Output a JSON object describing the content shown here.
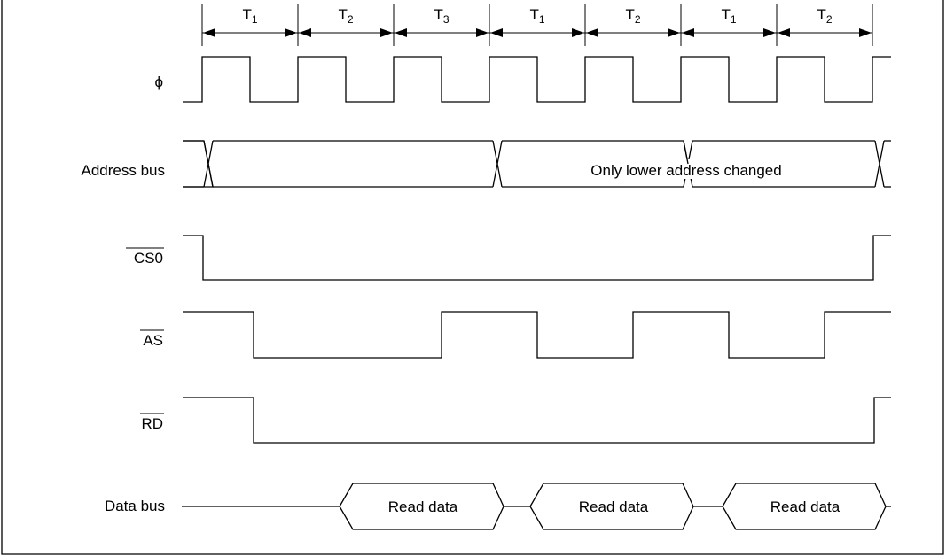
{
  "timing": {
    "states": [
      {
        "main": "T",
        "sub": "1"
      },
      {
        "main": "T",
        "sub": "2"
      },
      {
        "main": "T",
        "sub": "3"
      },
      {
        "main": "T",
        "sub": "1"
      },
      {
        "main": "T",
        "sub": "2"
      },
      {
        "main": "T",
        "sub": "1"
      },
      {
        "main": "T",
        "sub": "2"
      }
    ]
  },
  "signals": {
    "phi": "ϕ",
    "address_bus": "Address bus",
    "cs0": "CS0",
    "as": "AS",
    "rd": "RD",
    "data_bus": "Data bus"
  },
  "address": {
    "changed_note": "Only lower address changed"
  },
  "data": {
    "cells": [
      "Read data",
      "Read data",
      "Read data"
    ]
  }
}
